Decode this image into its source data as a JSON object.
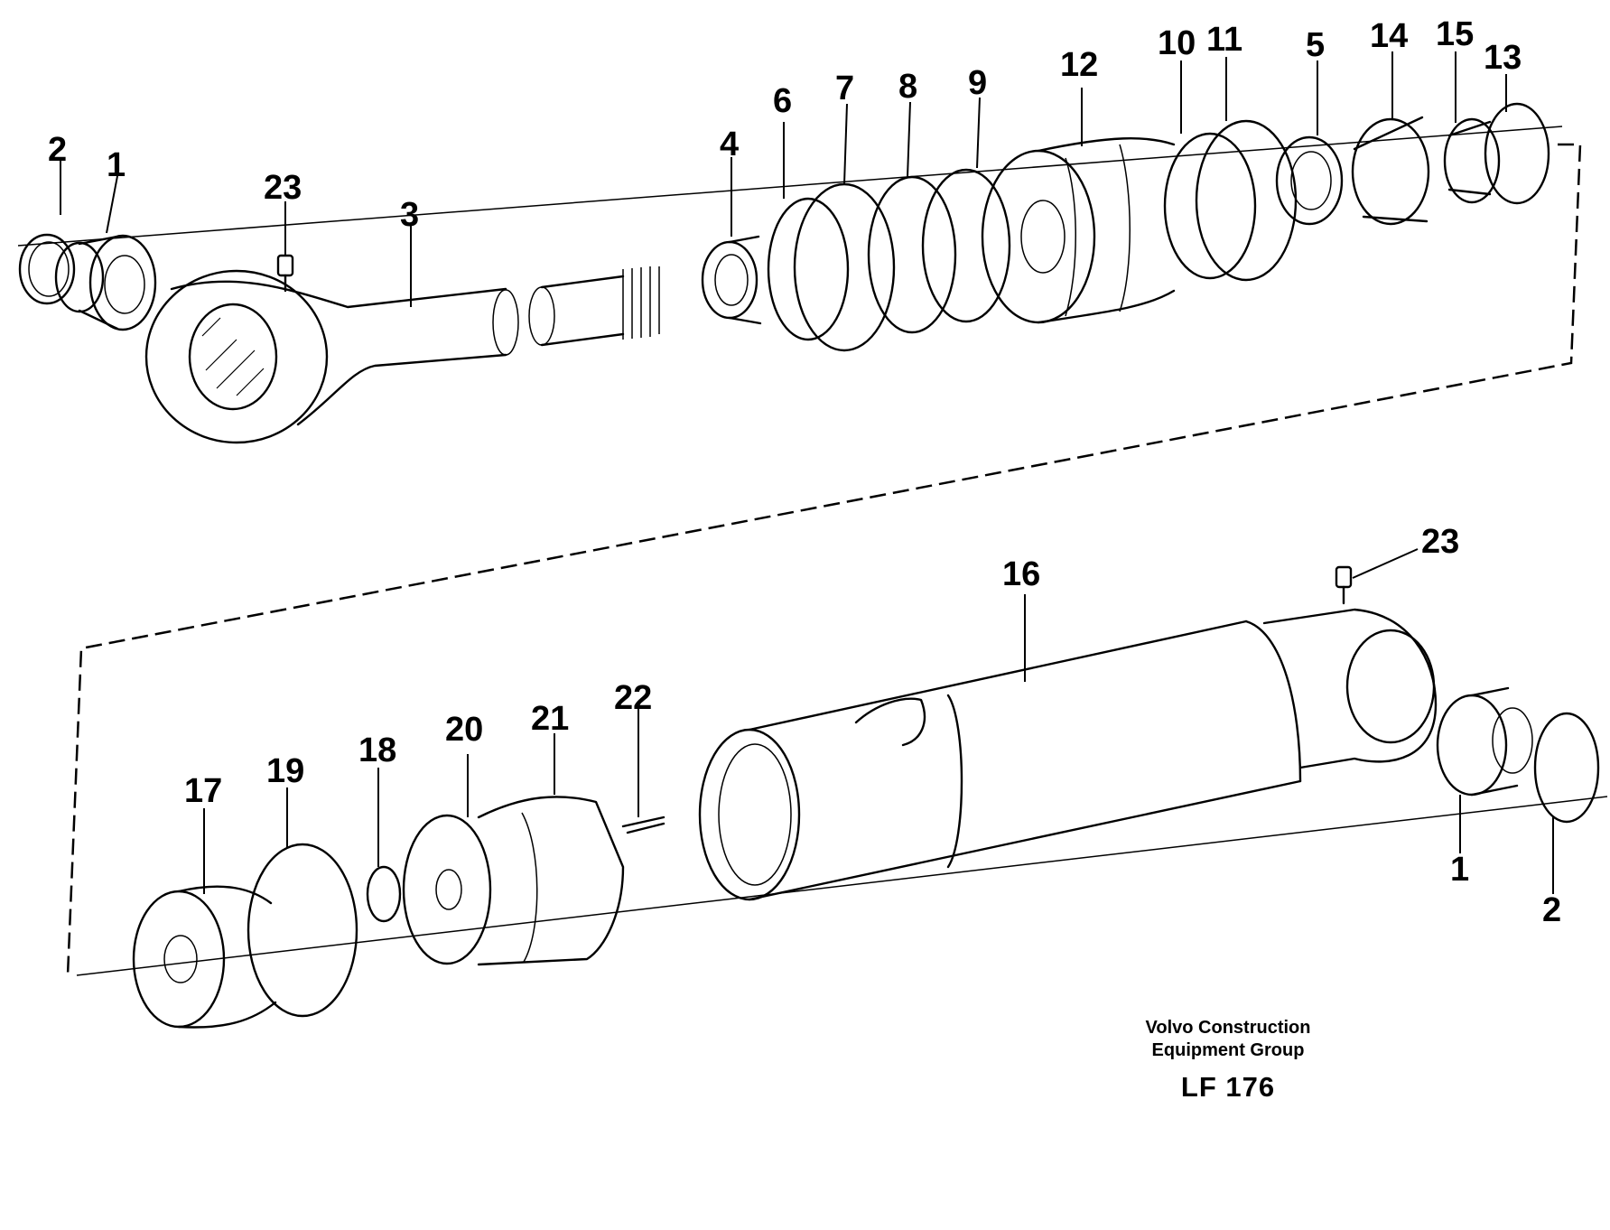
{
  "callouts": {
    "top": [
      "2",
      "1",
      "23",
      "3",
      "4",
      "6",
      "7",
      "8",
      "9",
      "12",
      "10",
      "11",
      "5",
      "14",
      "15",
      "13"
    ],
    "bottom": [
      "16",
      "23",
      "17",
      "19",
      "18",
      "20",
      "21",
      "22",
      "1",
      "2"
    ]
  },
  "footer": {
    "company_line1": "Volvo Construction",
    "company_line2": "Equipment Group",
    "figure_ref": "LF 176"
  }
}
